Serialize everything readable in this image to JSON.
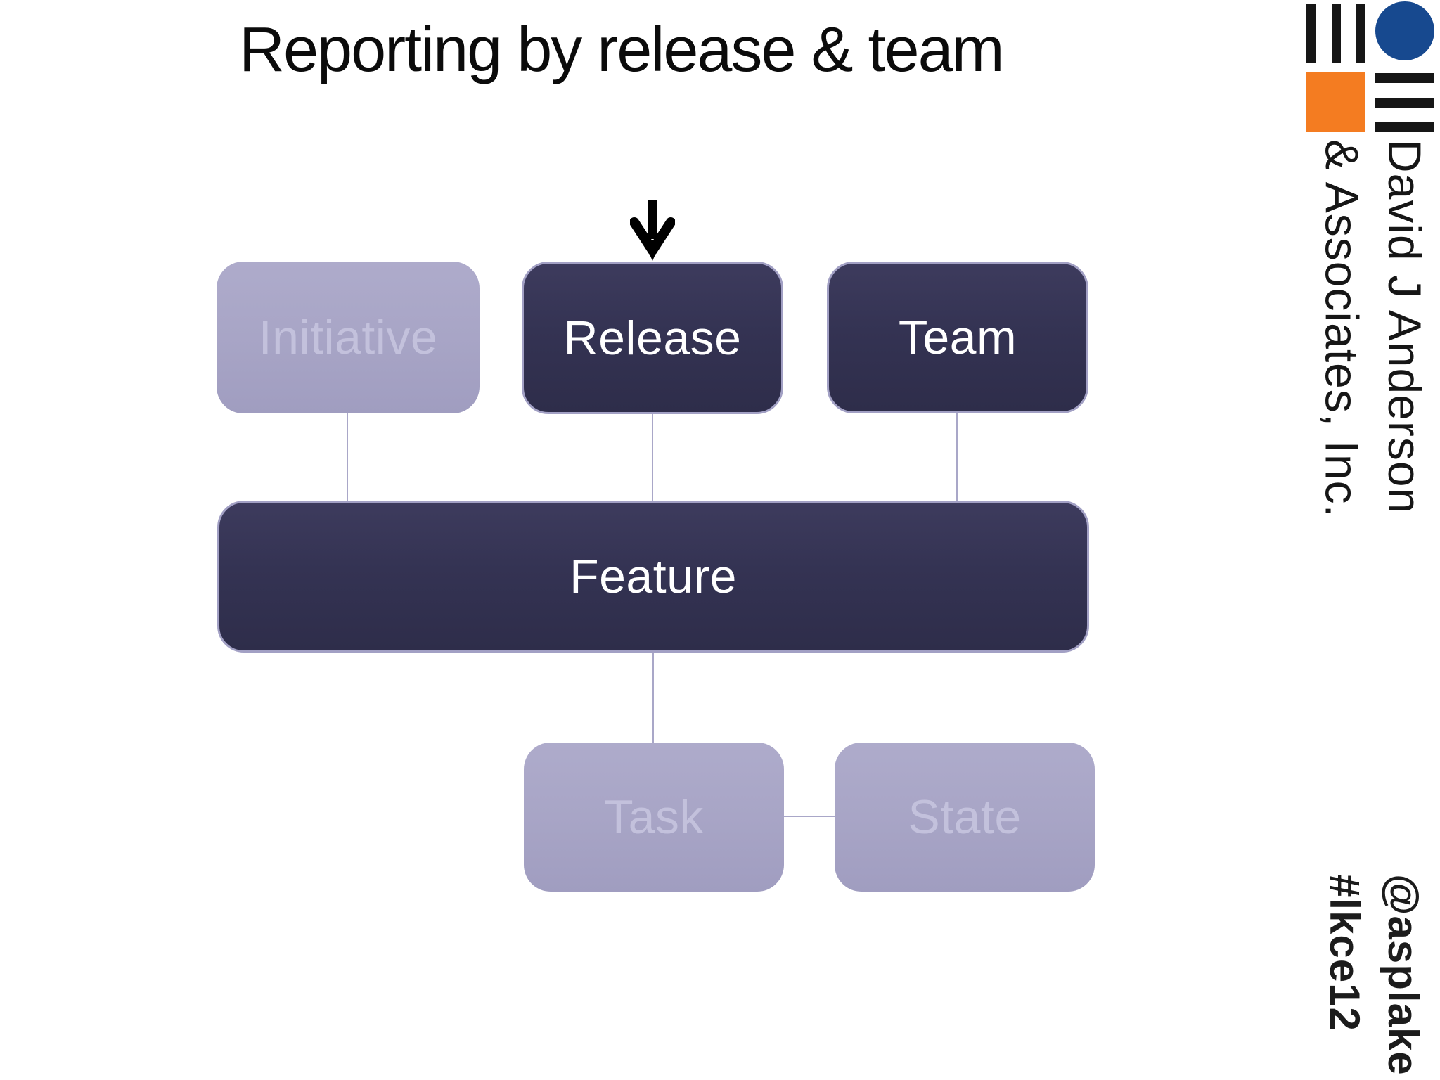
{
  "slide": {
    "title": "Reporting by release & team"
  },
  "diagram": {
    "nodes": [
      {
        "id": "initiative",
        "label": "Initiative",
        "state": "muted"
      },
      {
        "id": "release",
        "label": "Release",
        "state": "highlighted"
      },
      {
        "id": "team",
        "label": "Team",
        "state": "highlighted"
      },
      {
        "id": "feature",
        "label": "Feature",
        "state": "highlighted"
      },
      {
        "id": "task",
        "label": "Task",
        "state": "muted"
      },
      {
        "id": "state",
        "label": "State",
        "state": "muted"
      }
    ],
    "arrow": {
      "points_to": "Release"
    }
  },
  "branding": {
    "company_name_line1": "David J Anderson",
    "company_name_line2": "& Associates, Inc.",
    "footer_handle": "@asplake",
    "footer_hashtag": "#lkce12"
  },
  "colors": {
    "highlight_fill": "#343353",
    "highlight_text": "#ffffff",
    "highlight_border": "#a2a0c4",
    "muted_fill": "#a8a5c6",
    "muted_text": "#c3c1dc",
    "connector": "#a9a7c8",
    "arrow": "#000000",
    "logo_blue": "#17498f",
    "logo_orange": "#f47c21",
    "logo_black": "#161616"
  }
}
